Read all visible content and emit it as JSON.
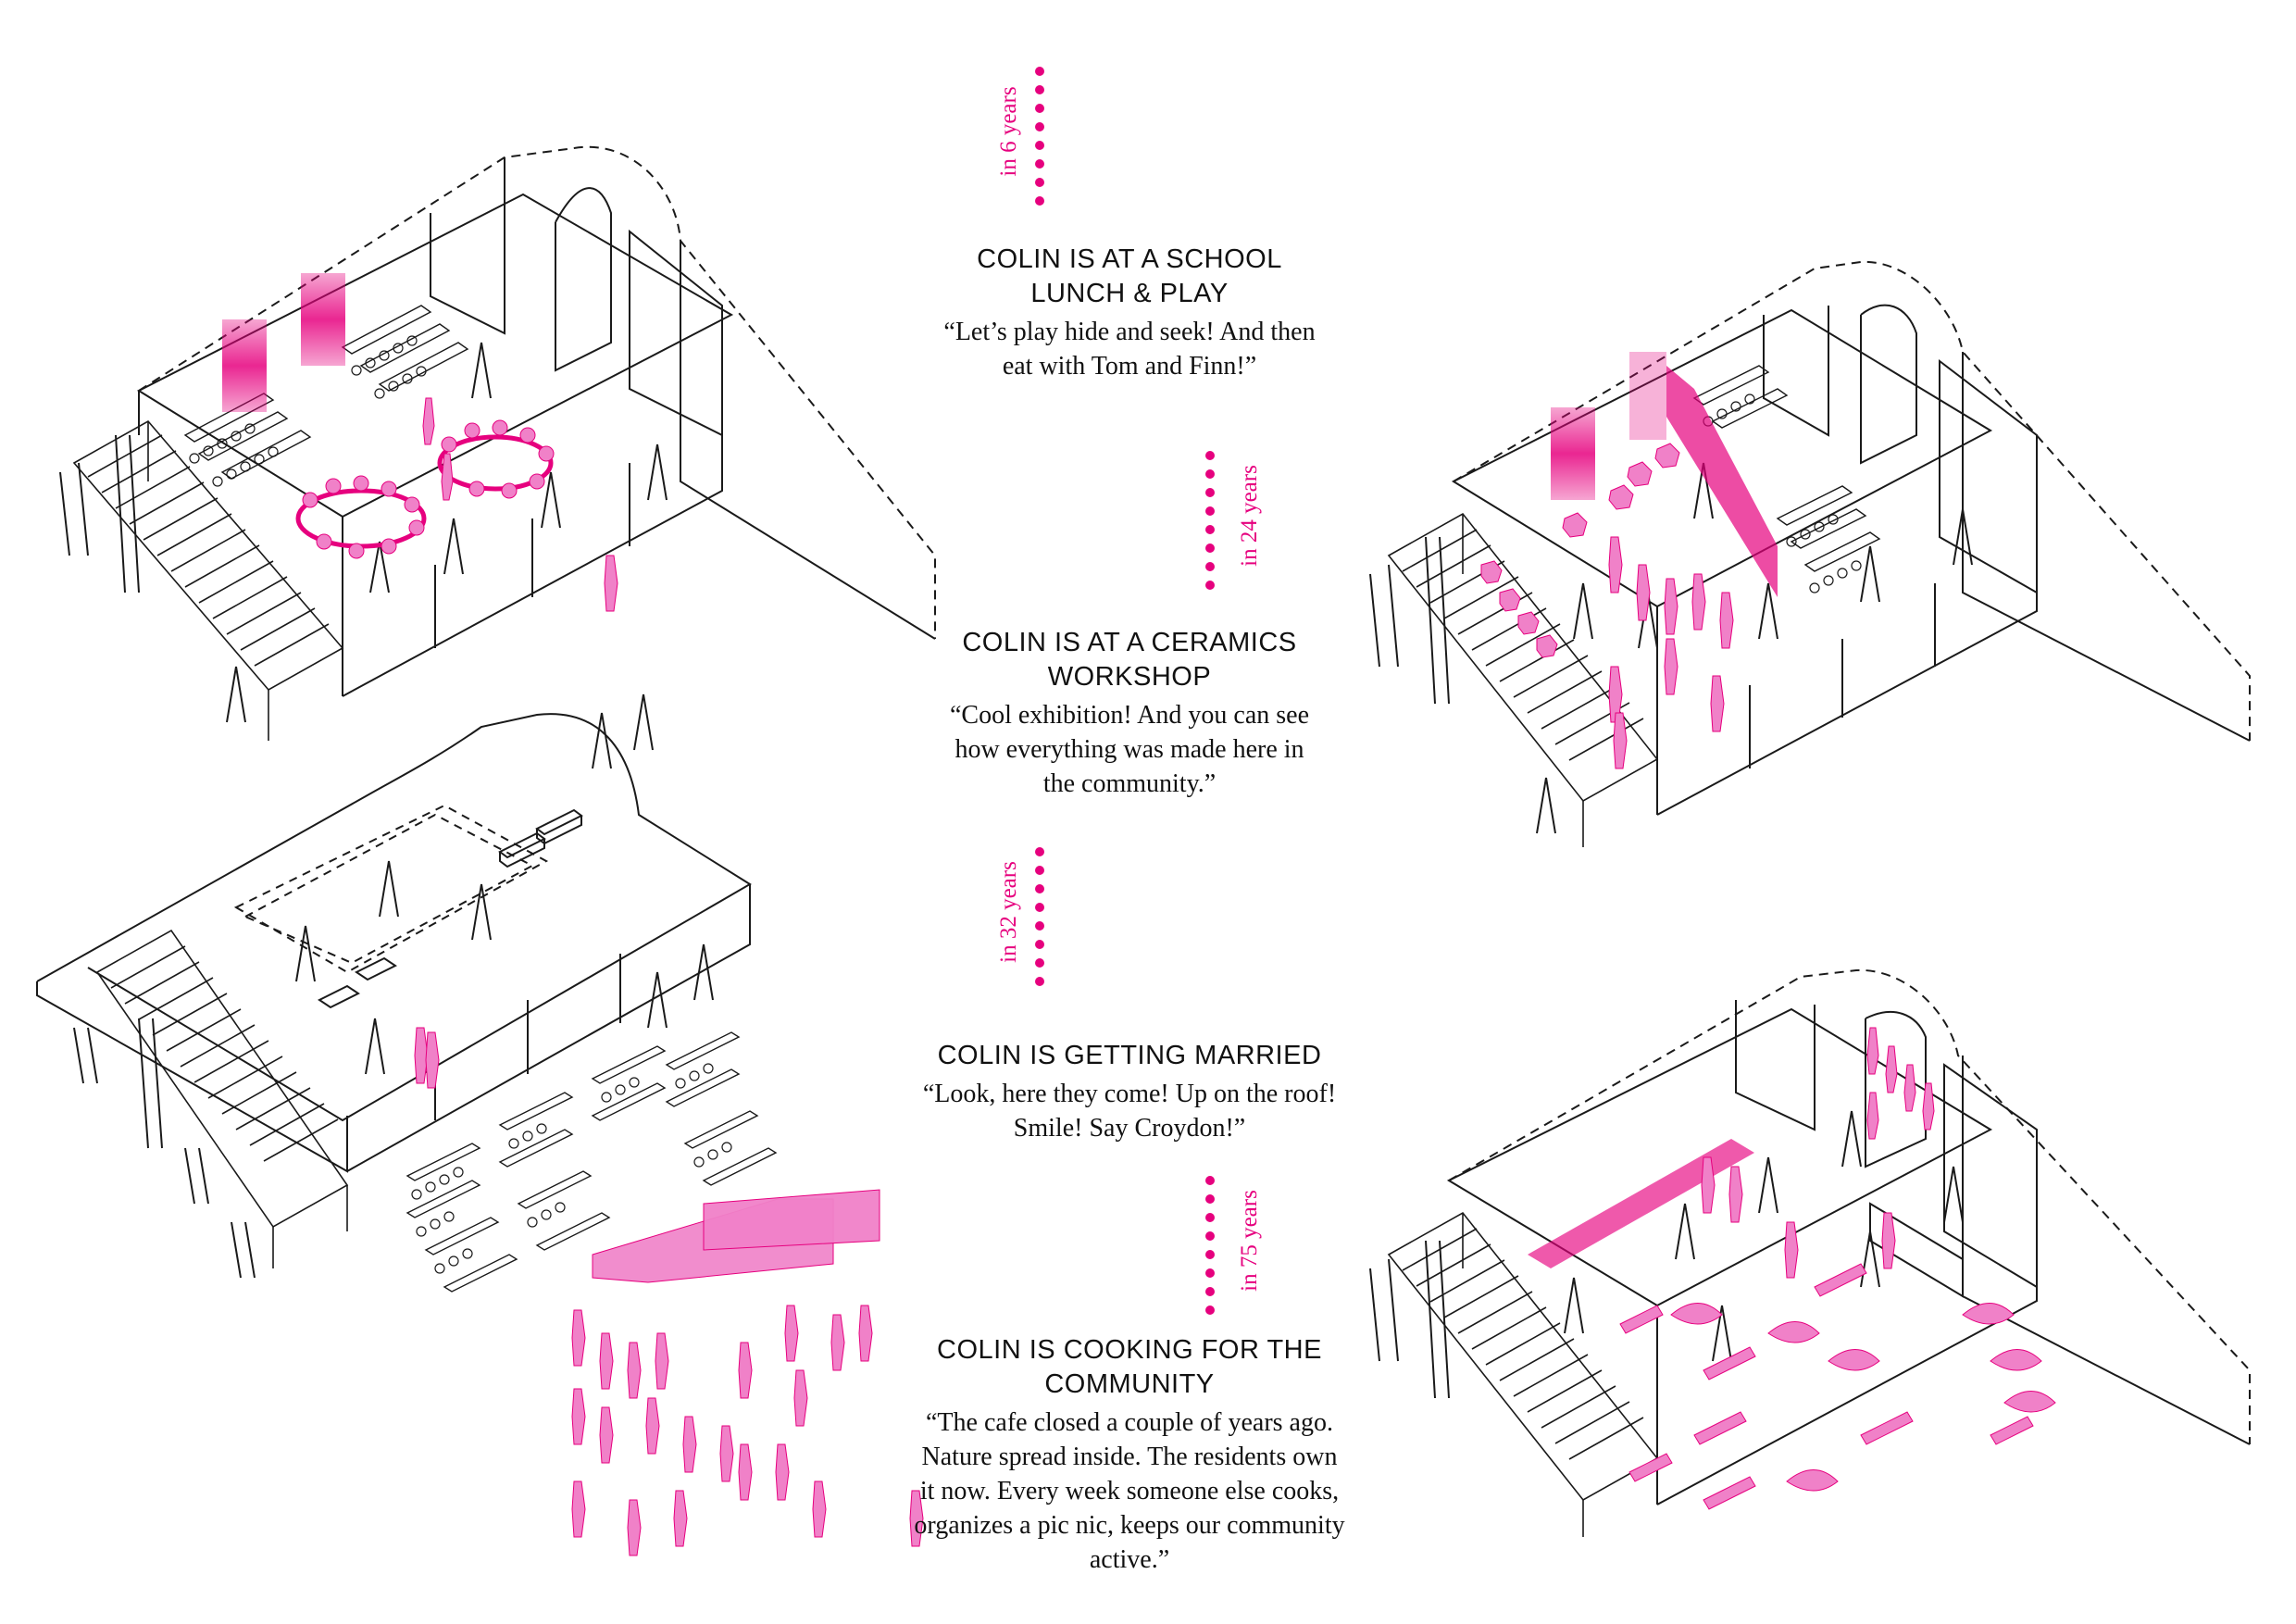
{
  "accent_color": "#e6007e",
  "figure_color": "#f081c8",
  "line_color": "#1a1a1a",
  "timeline": [
    {
      "label": "in 6 years"
    },
    {
      "label": "in 24 years"
    },
    {
      "label": "in 32 years"
    },
    {
      "label": "in 75 years"
    }
  ],
  "stories": [
    {
      "title": "COLIN IS AT A SCHOOL LUNCH & PLAY",
      "quote": "“Let’s play hide and seek! And then eat with Tom and Finn!”"
    },
    {
      "title": "COLIN IS AT A CERAMICS WORKSHOP",
      "quote": "“Cool exhibition! And you can see how everything was made here in the community.”"
    },
    {
      "title": "COLIN IS GETTING MARRIED",
      "quote": "“Look, here they come! Up on the roof! Smile! Say Croydon!”"
    },
    {
      "title": "COLIN IS COOKING FOR THE COMMUNITY",
      "quote": "“The cafe closed a couple of years ago. Nature spread inside. The residents own it now. Every week someone else cooks, organizes a pic nic, keeps our community active.”"
    }
  ],
  "drawings": [
    {
      "name": "school-lunch-play",
      "icon": "isometric-building"
    },
    {
      "name": "ceramics-workshop",
      "icon": "isometric-building"
    },
    {
      "name": "wedding-rooftop",
      "icon": "isometric-building"
    },
    {
      "name": "community-cooking",
      "icon": "isometric-building"
    }
  ]
}
